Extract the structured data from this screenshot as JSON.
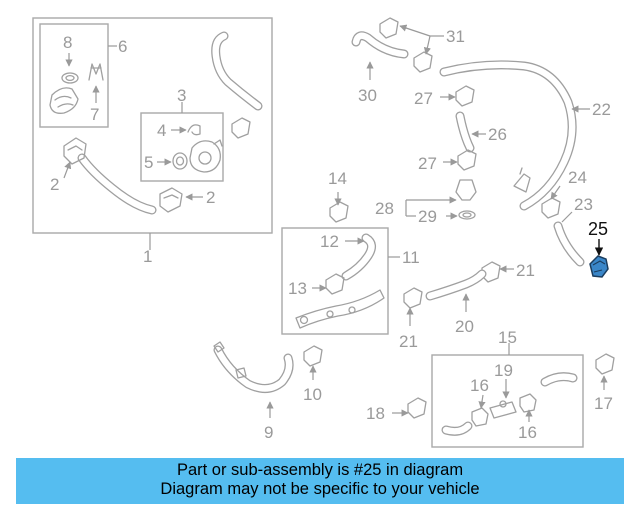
{
  "callouts": {
    "n1": "1",
    "n2a": "2",
    "n2b": "2",
    "n3": "3",
    "n4": "4",
    "n5": "5",
    "n6": "6",
    "n7": "7",
    "n8": "8",
    "n9": "9",
    "n10": "10",
    "n11": "11",
    "n12": "12",
    "n13": "13",
    "n14": "14",
    "n15": "15",
    "n16a": "16",
    "n16b": "16",
    "n17": "17",
    "n18": "18",
    "n19": "19",
    "n20": "20",
    "n21a": "21",
    "n21b": "21",
    "n22": "22",
    "n23": "23",
    "n24": "24",
    "n25": "25",
    "n26": "26",
    "n27a": "27",
    "n27b": "27",
    "n28": "28",
    "n29": "29",
    "n30": "30",
    "n31": "31"
  },
  "highlight": {
    "part_number": "25",
    "color": "#3a86c8"
  },
  "banner": {
    "line1": "Part or sub-assembly is #25 in diagram",
    "line2": "Diagram may not be specific to your vehicle",
    "background": "#55bdf0"
  }
}
